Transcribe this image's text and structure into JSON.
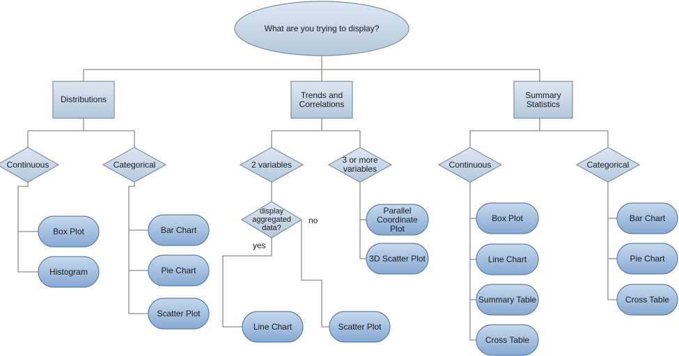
{
  "root": "What are you trying to display?",
  "categories": {
    "distributions": "Distributions",
    "trends": "Trends and Correlations",
    "summary": "Summary Statistics"
  },
  "decisions": {
    "dist_continuous": "Continuous",
    "dist_categorical": "Categorical",
    "two_vars": "2 variables",
    "three_vars": "3 or more variables",
    "aggregated": "display aggregated data?",
    "sum_continuous": "Continuous",
    "sum_categorical": "Categorical"
  },
  "edge_labels": {
    "yes": "yes",
    "no": "no"
  },
  "charts": {
    "dist_box_plot": "Box Plot",
    "dist_histogram": "Histogram",
    "dist_bar_chart": "Bar Chart",
    "dist_pie_chart": "Pie Chart",
    "dist_scatter_plot": "Scatter Plot",
    "agg_line_chart": "Line Chart",
    "agg_scatter_plot": "Scatter Plot",
    "parallel_coordinate": "Parallel Coordinate Plot",
    "scatter_3d": "3D Scatter Plot",
    "sum_box_plot": "Box Plot",
    "sum_line_chart": "Line Chart",
    "summary_table": "Summary Table",
    "sum_cross_table": "Cross Table",
    "sum_bar_chart": "Bar Chart",
    "sum_pie_chart": "Pie Chart",
    "cat_cross_table": "Cross Table"
  },
  "colors": {
    "node_fill_top": "#dde7f2",
    "node_fill_bottom": "#b4c8dc",
    "node_stroke": "#7d8ea3",
    "pill_fill_top": "#c6d9ee",
    "pill_fill_bottom": "#86a9d2",
    "pill_stroke": "#5f7ea6",
    "edge": "#8a8a8a"
  }
}
